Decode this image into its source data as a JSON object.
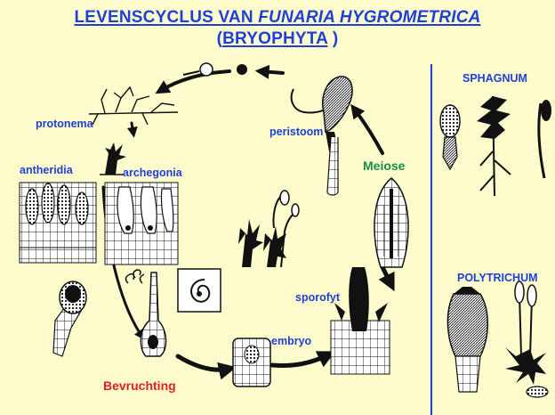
{
  "title": {
    "line1_prefix": "LEVENSCYCLUS VAN ",
    "line1_italic": "FUNARIA HYGROMETRICA",
    "line2_open": "(",
    "line2_name": "BRYOPHYTA",
    "line2_close": " )"
  },
  "labels": {
    "protonema": "protonema",
    "antheridia": "antheridia",
    "archegonia": "archegonia",
    "peristoom": "peristoom",
    "meiose": "Meiose",
    "sporofyt": "sporofyt",
    "embryo": "embryo",
    "bevruchting": "Bevruchting"
  },
  "side_panel": {
    "sphagnum": "SPHAGNUM",
    "polytrichum": "POLYTRICHUM"
  },
  "colors": {
    "background": "#fdfccc",
    "title": "#1f3fd6",
    "meiose": "#1e8a4a",
    "bevruchting": "#e02020",
    "ink": "#111111"
  }
}
